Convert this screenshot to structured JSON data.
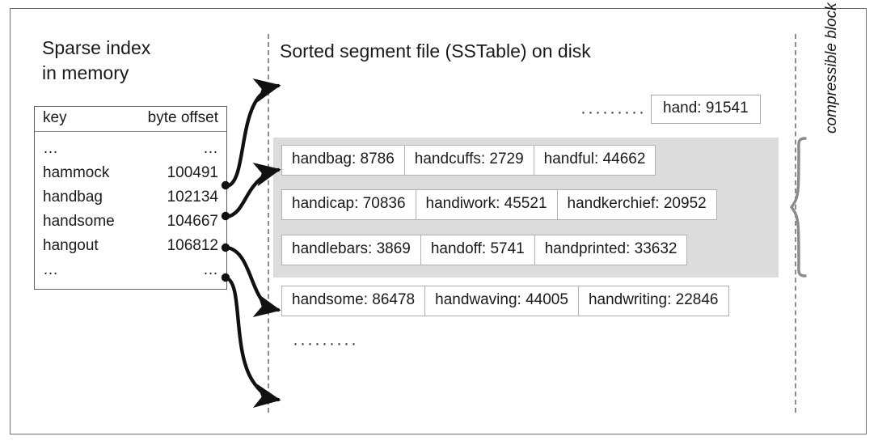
{
  "figure": {
    "left_heading": "Sparse index\nin memory",
    "right_heading": "Sorted segment file (SSTable) on disk",
    "vertical_caption": "compressible block",
    "top_ellipsis": "·········",
    "bottom_ellipsis": "·········"
  },
  "colors": {
    "frame_border": "#6e6e6e",
    "table_border": "#5e6e5e",
    "cell_border": "#b0b0b0",
    "gray_block": "#dcdcdc",
    "dashed_line": "#8d8d8d",
    "text": "#1a1a1a",
    "arrow": "#111111"
  },
  "sparse_index": {
    "columns": [
      "key",
      "byte offset"
    ],
    "rows": [
      {
        "key": "…",
        "offset": "…"
      },
      {
        "key": "hammock",
        "offset": "100491"
      },
      {
        "key": "handbag",
        "offset": "102134"
      },
      {
        "key": "handsome",
        "offset": "104667"
      },
      {
        "key": "hangout",
        "offset": "106812"
      },
      {
        "key": "…",
        "offset": "…"
      }
    ]
  },
  "segment": {
    "top_entry": "hand: 91541",
    "rows": [
      {
        "in_compressible_block": true,
        "cells": [
          "handbag: 8786",
          "handcuffs: 2729",
          "handful: 44662"
        ]
      },
      {
        "in_compressible_block": true,
        "cells": [
          "handicap: 70836",
          "handiwork: 45521",
          "handkerchief: 20952"
        ]
      },
      {
        "in_compressible_block": true,
        "cells": [
          "handlebars: 3869",
          "handoff: 5741",
          "handprinted: 33632"
        ]
      },
      {
        "in_compressible_block": false,
        "cells": [
          "handsome: 86478",
          "handwaving: 44005",
          "handwriting: 22846"
        ]
      }
    ]
  }
}
